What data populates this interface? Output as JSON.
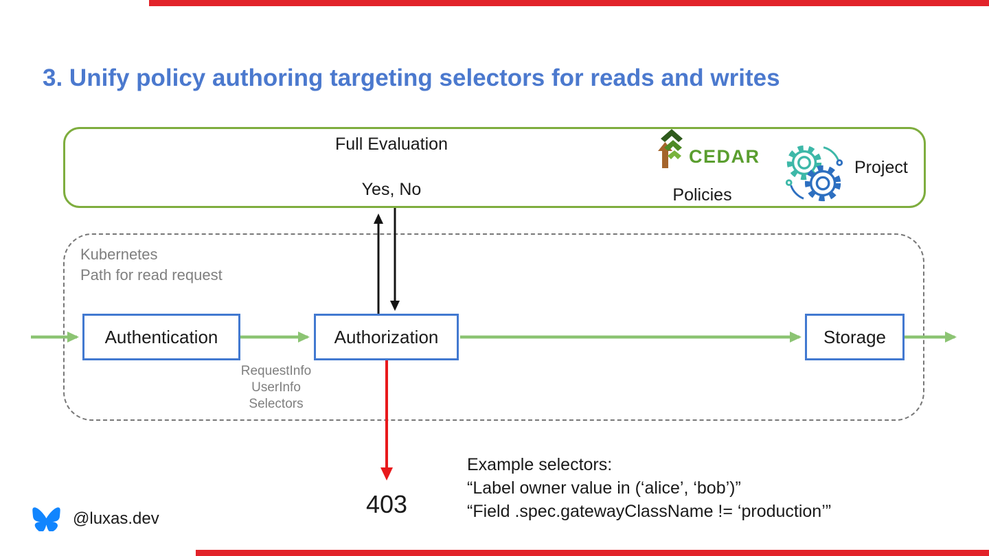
{
  "title": "3. Unify policy authoring targeting selectors for reads and writes",
  "evaluation_box": {
    "full_evaluation_label": "Full Evaluation",
    "yes_no_label": "Yes, No",
    "cedar_wordmark": "CEDAR",
    "policies_label": "Policies",
    "project_label": "Project",
    "icons": {
      "cedar_icon": "cedar-tree-icon",
      "gears_icon": "gears-icon"
    }
  },
  "kubernetes_box": {
    "title": "Kubernetes",
    "subtitle": "Path for read request"
  },
  "pipeline": {
    "authentication_label": "Authentication",
    "authorization_label": "Authorization",
    "storage_label": "Storage",
    "request_details": [
      "RequestInfo",
      "UserInfo",
      "Selectors"
    ]
  },
  "deny_status": "403",
  "examples": {
    "heading": "Example selectors:",
    "selector1": "“Label owner value in (‘alice’, ‘bob’)”",
    "selector2": "“Field .spec.gatewayClassName != ‘production’”"
  },
  "footer": {
    "icon": "bluesky-icon",
    "handle": "@luxas.dev"
  },
  "colors": {
    "accent_bar_red": "#e2232a",
    "title_blue": "#4b79ce",
    "node_border_blue": "#4279d0",
    "eval_border_green": "#7ead3e",
    "flow_arrow_green": "#8cc473",
    "deny_arrow_red": "#e8191c",
    "muted_gray": "#7f7f7f",
    "bluesky_blue": "#1185FE",
    "cedar_green": "#5a9e2f"
  }
}
